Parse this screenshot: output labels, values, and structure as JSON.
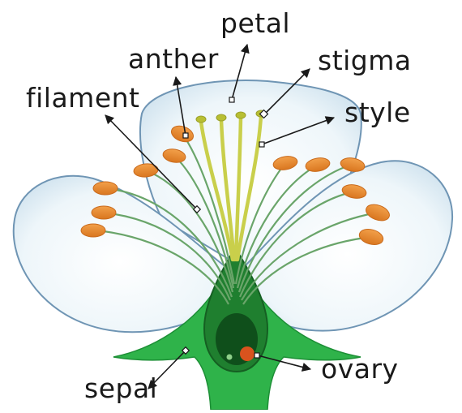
{
  "labels": {
    "petal": "petal",
    "anther": "anther",
    "stigma": "stigma",
    "filament": "filament",
    "style": "style",
    "ovary": "ovary",
    "sepal": "sepal"
  },
  "colors": {
    "petal_fill": "#eef6fa",
    "petal_edge": "#6f95b4",
    "sepal_green": "#2fb34a",
    "sepal_dark": "#1d8f36",
    "filament_green": "#6aa56a",
    "style_yellow": "#c9cf4b",
    "anther_orange": "#e88a2e",
    "ovary_red": "#d9531e",
    "line": "#1a1a1a"
  }
}
